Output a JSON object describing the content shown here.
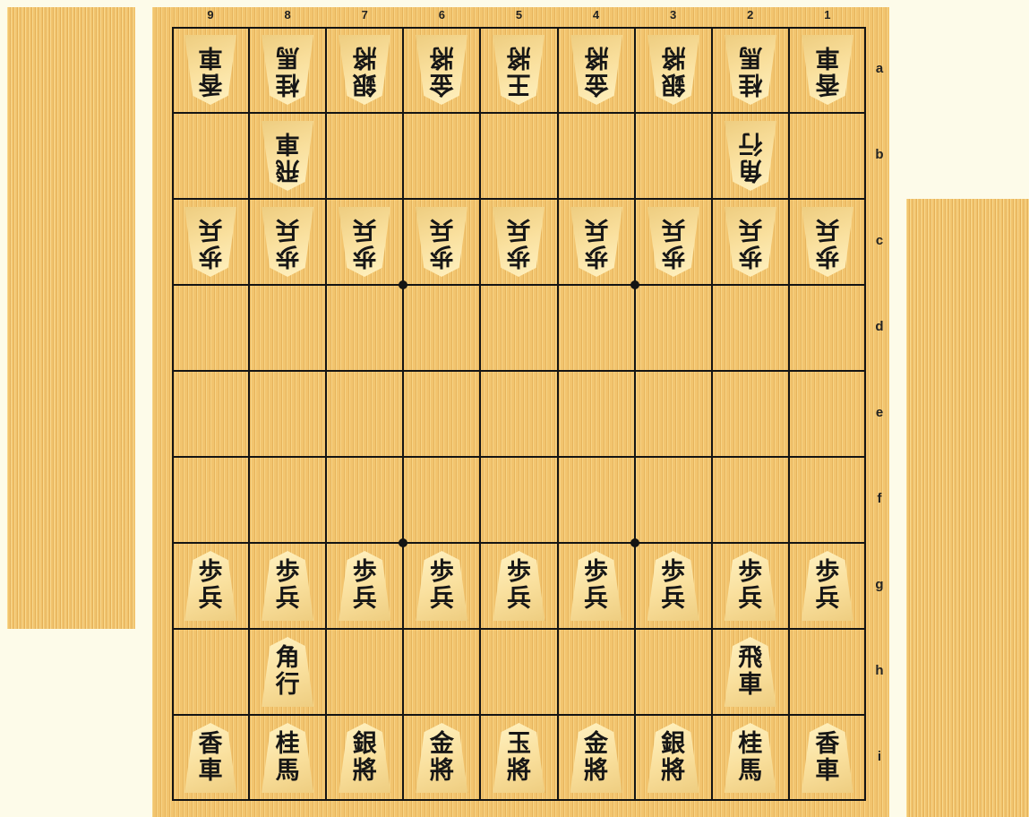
{
  "board": {
    "files": [
      "9",
      "8",
      "7",
      "6",
      "5",
      "4",
      "3",
      "2",
      "1"
    ],
    "ranks": [
      "a",
      "b",
      "c",
      "d",
      "e",
      "f",
      "g",
      "h",
      "i"
    ]
  },
  "pieces": [
    {
      "file": "9",
      "rank": "a",
      "owner": "gote",
      "top": "香",
      "bottom": "車"
    },
    {
      "file": "8",
      "rank": "a",
      "owner": "gote",
      "top": "桂",
      "bottom": "馬"
    },
    {
      "file": "7",
      "rank": "a",
      "owner": "gote",
      "top": "銀",
      "bottom": "將"
    },
    {
      "file": "6",
      "rank": "a",
      "owner": "gote",
      "top": "金",
      "bottom": "將"
    },
    {
      "file": "5",
      "rank": "a",
      "owner": "gote",
      "top": "王",
      "bottom": "將"
    },
    {
      "file": "4",
      "rank": "a",
      "owner": "gote",
      "top": "金",
      "bottom": "將"
    },
    {
      "file": "3",
      "rank": "a",
      "owner": "gote",
      "top": "銀",
      "bottom": "將"
    },
    {
      "file": "2",
      "rank": "a",
      "owner": "gote",
      "top": "桂",
      "bottom": "馬"
    },
    {
      "file": "1",
      "rank": "a",
      "owner": "gote",
      "top": "香",
      "bottom": "車"
    },
    {
      "file": "8",
      "rank": "b",
      "owner": "gote",
      "top": "飛",
      "bottom": "車"
    },
    {
      "file": "2",
      "rank": "b",
      "owner": "gote",
      "top": "角",
      "bottom": "行"
    },
    {
      "file": "9",
      "rank": "c",
      "owner": "gote",
      "top": "歩",
      "bottom": "兵"
    },
    {
      "file": "8",
      "rank": "c",
      "owner": "gote",
      "top": "歩",
      "bottom": "兵"
    },
    {
      "file": "7",
      "rank": "c",
      "owner": "gote",
      "top": "歩",
      "bottom": "兵"
    },
    {
      "file": "6",
      "rank": "c",
      "owner": "gote",
      "top": "歩",
      "bottom": "兵"
    },
    {
      "file": "5",
      "rank": "c",
      "owner": "gote",
      "top": "歩",
      "bottom": "兵"
    },
    {
      "file": "4",
      "rank": "c",
      "owner": "gote",
      "top": "歩",
      "bottom": "兵"
    },
    {
      "file": "3",
      "rank": "c",
      "owner": "gote",
      "top": "歩",
      "bottom": "兵"
    },
    {
      "file": "2",
      "rank": "c",
      "owner": "gote",
      "top": "歩",
      "bottom": "兵"
    },
    {
      "file": "1",
      "rank": "c",
      "owner": "gote",
      "top": "歩",
      "bottom": "兵"
    },
    {
      "file": "9",
      "rank": "g",
      "owner": "sente",
      "top": "歩",
      "bottom": "兵"
    },
    {
      "file": "8",
      "rank": "g",
      "owner": "sente",
      "top": "歩",
      "bottom": "兵"
    },
    {
      "file": "7",
      "rank": "g",
      "owner": "sente",
      "top": "歩",
      "bottom": "兵"
    },
    {
      "file": "6",
      "rank": "g",
      "owner": "sente",
      "top": "歩",
      "bottom": "兵"
    },
    {
      "file": "5",
      "rank": "g",
      "owner": "sente",
      "top": "歩",
      "bottom": "兵"
    },
    {
      "file": "4",
      "rank": "g",
      "owner": "sente",
      "top": "歩",
      "bottom": "兵"
    },
    {
      "file": "3",
      "rank": "g",
      "owner": "sente",
      "top": "歩",
      "bottom": "兵"
    },
    {
      "file": "2",
      "rank": "g",
      "owner": "sente",
      "top": "歩",
      "bottom": "兵"
    },
    {
      "file": "1",
      "rank": "g",
      "owner": "sente",
      "top": "歩",
      "bottom": "兵"
    },
    {
      "file": "8",
      "rank": "h",
      "owner": "sente",
      "top": "角",
      "bottom": "行"
    },
    {
      "file": "2",
      "rank": "h",
      "owner": "sente",
      "top": "飛",
      "bottom": "車"
    },
    {
      "file": "9",
      "rank": "i",
      "owner": "sente",
      "top": "香",
      "bottom": "車"
    },
    {
      "file": "8",
      "rank": "i",
      "owner": "sente",
      "top": "桂",
      "bottom": "馬"
    },
    {
      "file": "7",
      "rank": "i",
      "owner": "sente",
      "top": "銀",
      "bottom": "將"
    },
    {
      "file": "6",
      "rank": "i",
      "owner": "sente",
      "top": "金",
      "bottom": "將"
    },
    {
      "file": "5",
      "rank": "i",
      "owner": "sente",
      "top": "玉",
      "bottom": "將"
    },
    {
      "file": "4",
      "rank": "i",
      "owner": "sente",
      "top": "金",
      "bottom": "將"
    },
    {
      "file": "3",
      "rank": "i",
      "owner": "sente",
      "top": "銀",
      "bottom": "將"
    },
    {
      "file": "2",
      "rank": "i",
      "owner": "sente",
      "top": "桂",
      "bottom": "馬"
    },
    {
      "file": "1",
      "rank": "i",
      "owner": "sente",
      "top": "香",
      "bottom": "車"
    }
  ],
  "colors": {
    "wood": "#f2c46e",
    "piece_face": "#f9df9c",
    "grid_line": "#141414",
    "background": "#fdfbe9"
  }
}
